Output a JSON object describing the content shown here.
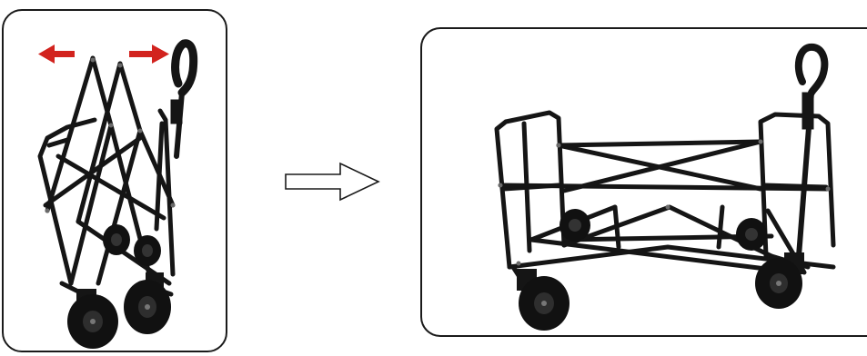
{
  "figure": {
    "left_panel": {
      "subject": "folded-wagon"
    },
    "right_panel": {
      "subject": "unfolded-wagon"
    },
    "transition_arrow": {
      "direction": "right",
      "style": "outline"
    },
    "expand_arrows": {
      "color": "#d2231e",
      "directions": [
        "left",
        "right"
      ]
    }
  },
  "colors": {
    "frame": "#151515",
    "wheel": "#111111",
    "border": "#1a1a1a",
    "accent": "#d2231e"
  }
}
